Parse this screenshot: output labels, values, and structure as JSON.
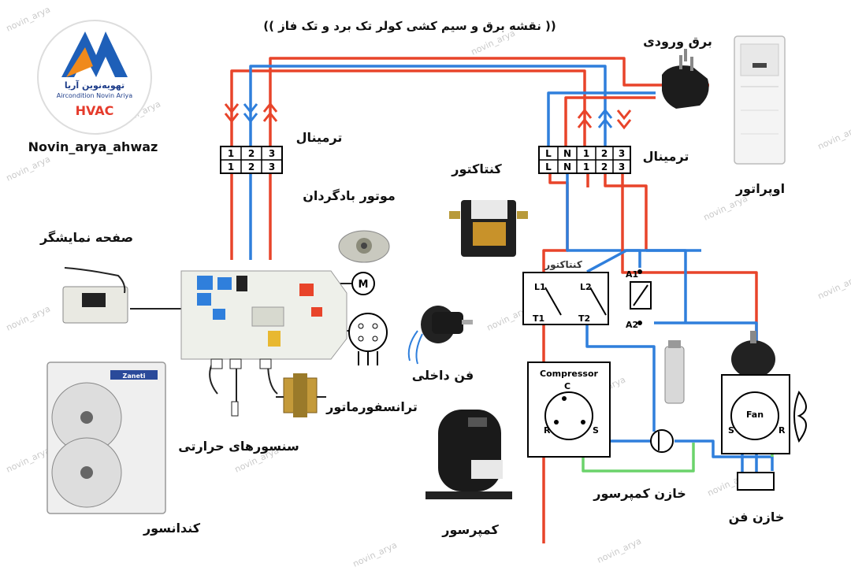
{
  "title": "(( نقشه برق و سیم کشی کولر تک برد و تک فاز ))",
  "logo": {
    "brand_fa": "تهویه‌نوین آریا",
    "brand_en": "Aircondition Novin Ariya",
    "hvac": "HVAC",
    "handle": "Novin_arya_ahwaz"
  },
  "watermark": "novin_arya",
  "labels": {
    "power_input": "برق ورودی",
    "terminal_left": "ترمینال",
    "terminal_right": "ترمینال",
    "contactor": "کنتاکتور",
    "contactor_box": "کنتاکتور",
    "fan_motor": "موتور بادگردان",
    "display": "صفحه نمایشگر",
    "evaporator": "اوپراتور",
    "indoor_fan": "فن داخلی",
    "transformer": "ترانسفورماتور",
    "sensors": "سنسورهای حرارتی",
    "condenser": "کندانسور",
    "compressor": "کمپرسور",
    "compressor_cap": "خازن کمپرسور",
    "fan_cap": "خازن فن"
  },
  "terminal_left": {
    "cells": [
      "1",
      "2",
      "3"
    ]
  },
  "terminal_right": {
    "cells": [
      "L",
      "N",
      "1",
      "2",
      "3"
    ]
  },
  "contactor_pins": {
    "l1": "L1",
    "l2": "L2",
    "t1": "T1",
    "t2": "T2",
    "a1": "A1",
    "a2": "A2"
  },
  "compressor_box": {
    "title": "Compressor",
    "c": "C",
    "r": "R",
    "s": "S"
  },
  "fan_box": {
    "title": "Fan",
    "s": "S",
    "r": "R"
  },
  "motor_symbol": "M",
  "unit_brand": "Zaneti",
  "colors": {
    "red_wire": "#e8442a",
    "blue_wire": "#2f7fdc",
    "green_wire": "#6bd36b",
    "black_wire": "#222222"
  }
}
